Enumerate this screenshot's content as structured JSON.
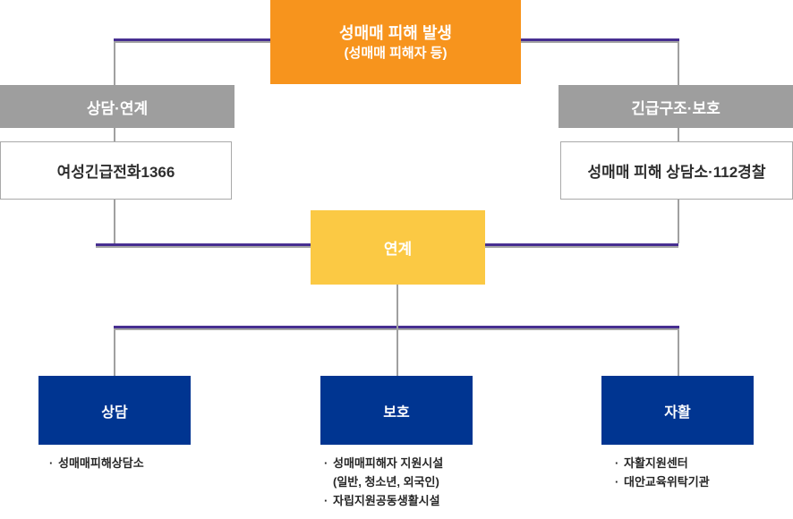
{
  "colors": {
    "orange": "#F7941D",
    "yellow": "#FBC944",
    "gray_header": "#9E9E9E",
    "blue": "#003591",
    "purple_line": "#472F91",
    "gray_line": "#A0A0A0",
    "white_box_border": "#A9A9A9",
    "bullet_text": "#262626"
  },
  "flow": {
    "start": {
      "title": "성매매 피해 발생",
      "subtitle": "(성매매 피해자 등)"
    },
    "left_branch": {
      "header": "상담·연계",
      "box": "여성긴급전화1366"
    },
    "right_branch": {
      "header": "긴급구조·보호",
      "box": "성매매 피해 상담소·112경찰"
    },
    "link": {
      "label": "연계"
    },
    "bullet_char": "·",
    "bottom": [
      {
        "label": "상담",
        "items": [
          "성매매피해상담소"
        ]
      },
      {
        "label": "보호",
        "items": [
          "성매매피해자 지원시설",
          "(일반, 청소년, 외국인)",
          "자립지원공동생활시설"
        ]
      },
      {
        "label": "자활",
        "items": [
          "자활지원센터",
          "대안교육위탁기관"
        ]
      }
    ]
  }
}
